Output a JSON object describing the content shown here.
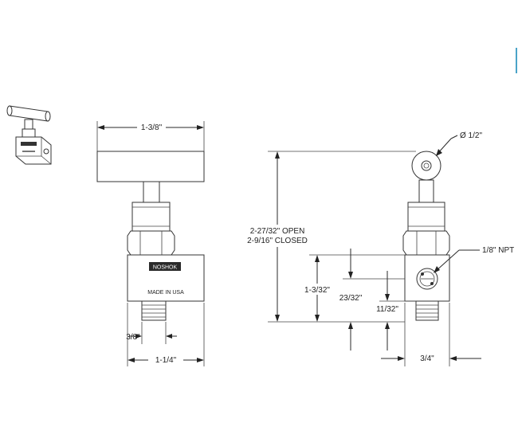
{
  "front_view": {
    "handle_width": "1-3/8\"",
    "brand_mark": "NOSHOK",
    "made_in": "MADE IN USA",
    "port_size": "3/8\"",
    "body_width": "1-1/4\""
  },
  "side_view": {
    "handle_diameter": "Ø 1/2\"",
    "height_open": "2-27/32\" OPEN",
    "height_closed": "2-9/16\" CLOSED",
    "port_label": "1/8\" NPT",
    "body_height": "1-3/32\"",
    "port_center": "23/32\"",
    "port_offset": "11/32\"",
    "body_depth": "3/4\""
  },
  "colors": {
    "line": "#2a2a2a",
    "accent": "#4aa3c8"
  }
}
